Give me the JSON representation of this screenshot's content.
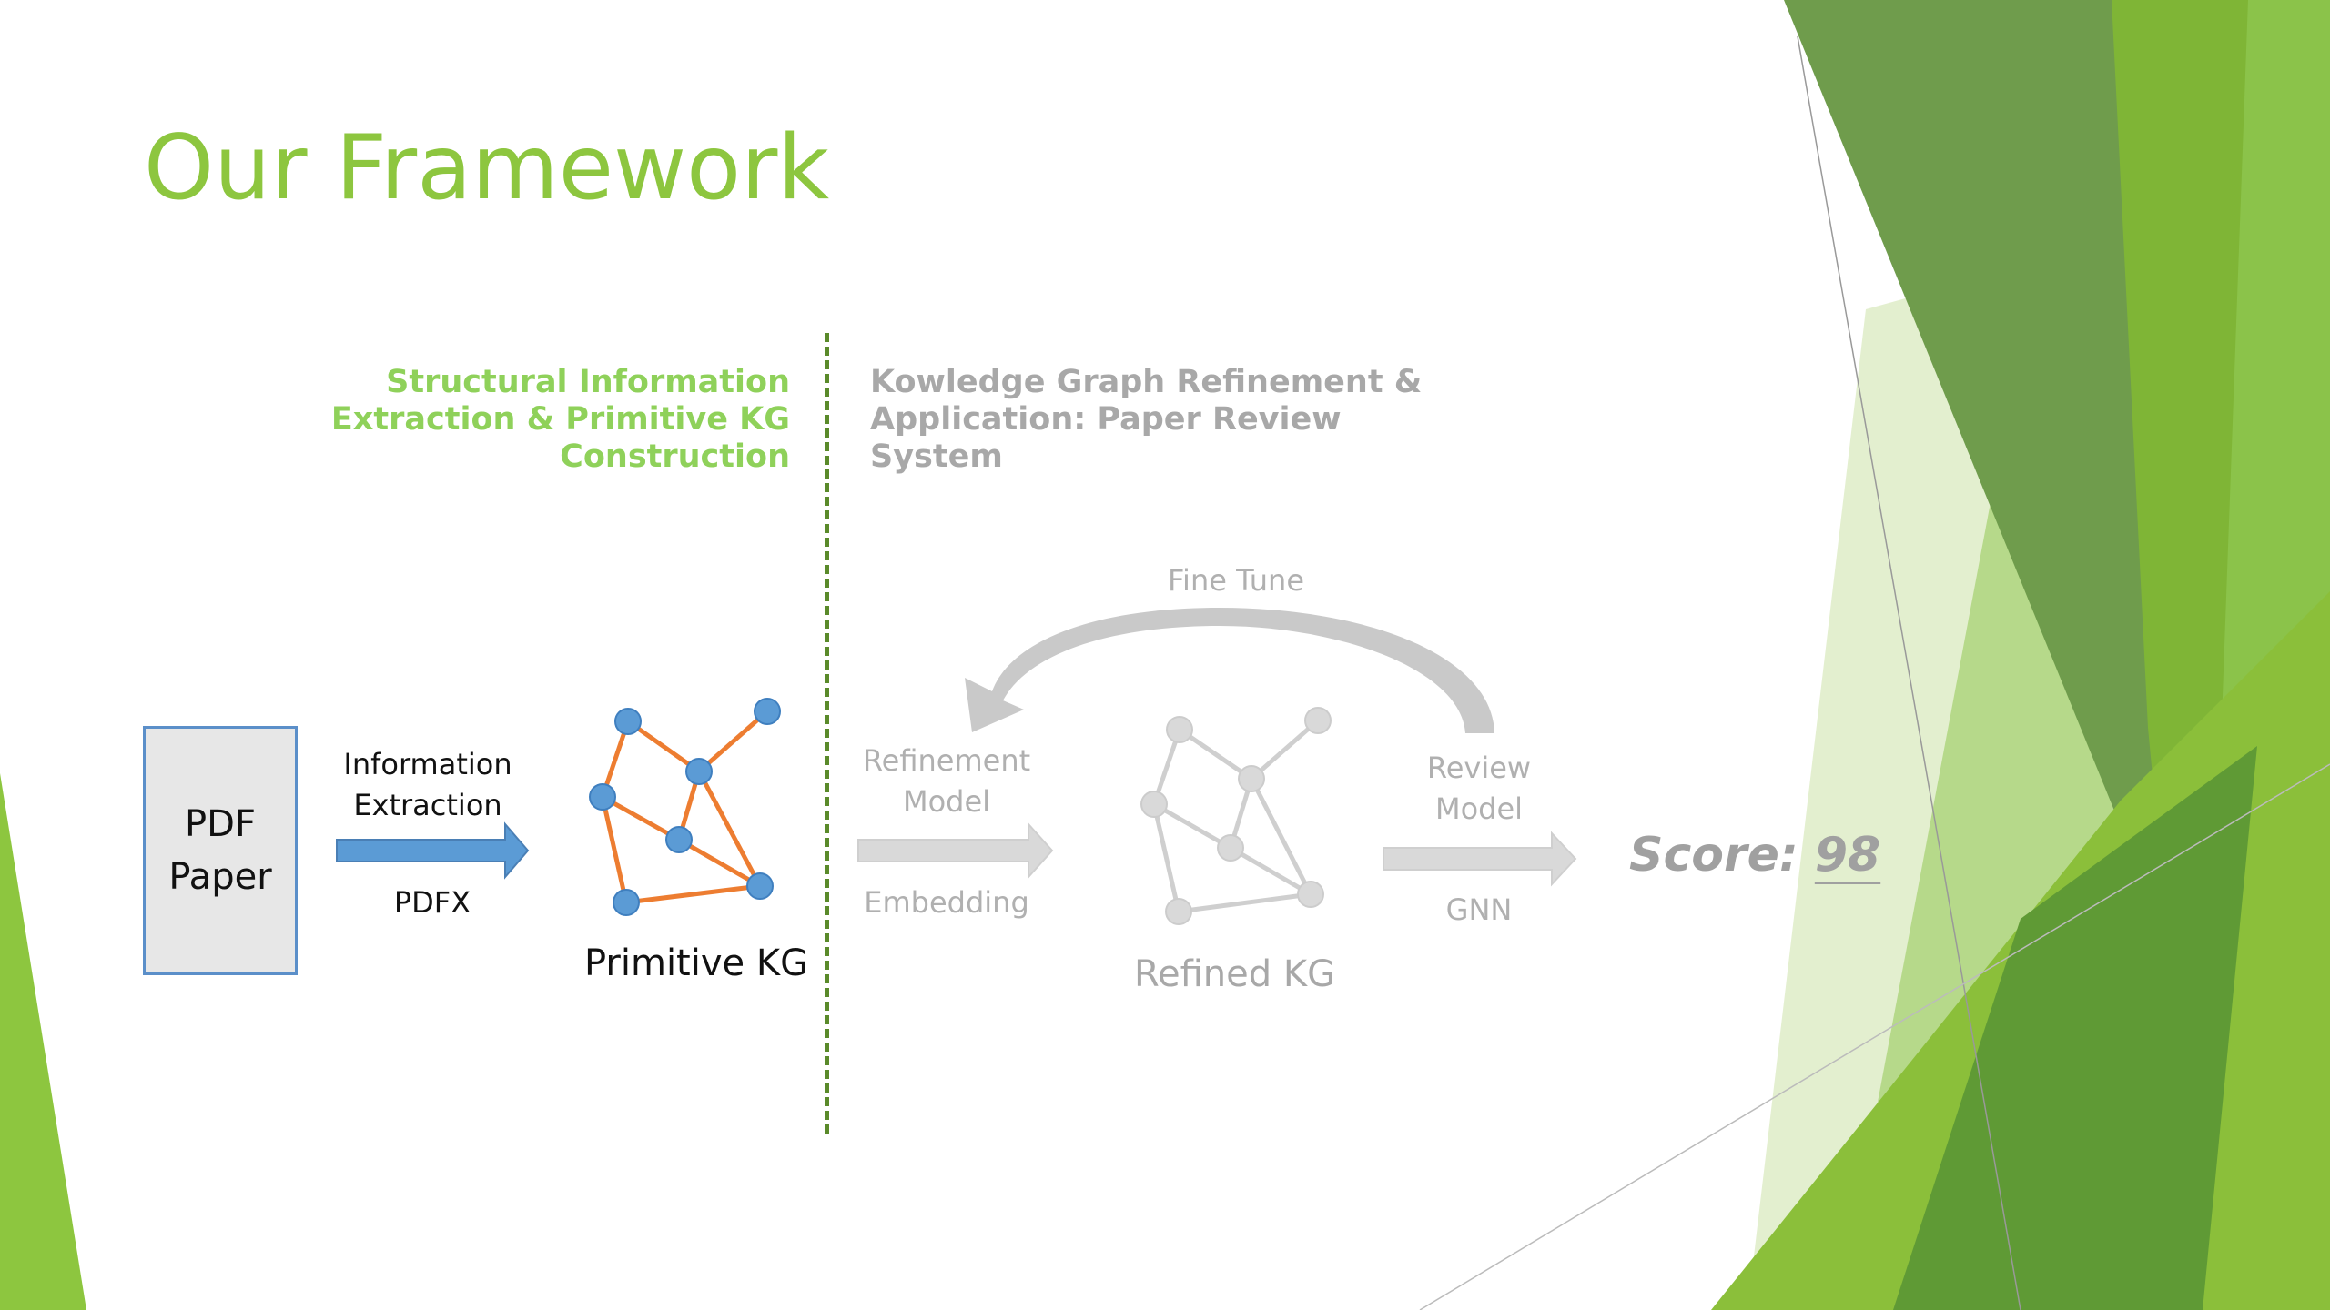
{
  "slide": {
    "title": "Our Framework",
    "section_left": [
      "Structural Information",
      "Extraction & Primitive KG",
      "Construction"
    ],
    "section_right": [
      "Kowledge Graph Refinement &",
      "Application: Paper Review",
      "System"
    ],
    "pdf_box": [
      "PDF",
      "Paper"
    ],
    "step1": {
      "top": [
        "Information",
        "Extraction"
      ],
      "bottom": "PDFX"
    },
    "primitive_kg_label": "Primitive KG",
    "step2": {
      "top": [
        "Refinement",
        "Model"
      ],
      "bottom": "Embedding"
    },
    "fine_tune_label": "Fine Tune",
    "refined_kg_label": "Refined KG",
    "step3": {
      "top": [
        "Review",
        "Model"
      ],
      "bottom": "GNN"
    },
    "score": {
      "label": "Score:",
      "value": "98"
    }
  },
  "colors": {
    "title": "#8dc63f",
    "section_left": "#8fd15a",
    "greyed": "#b0b0b0",
    "node_blue": "#5b9bd5",
    "edge_orange": "#ed7d31",
    "arrow_blue": "#5b9bd5",
    "divider": "#5a8a2a"
  },
  "icons": [
    "blue-right-arrow-icon",
    "grey-right-arrow-icon",
    "curved-arrow-icon",
    "graph-icon"
  ]
}
